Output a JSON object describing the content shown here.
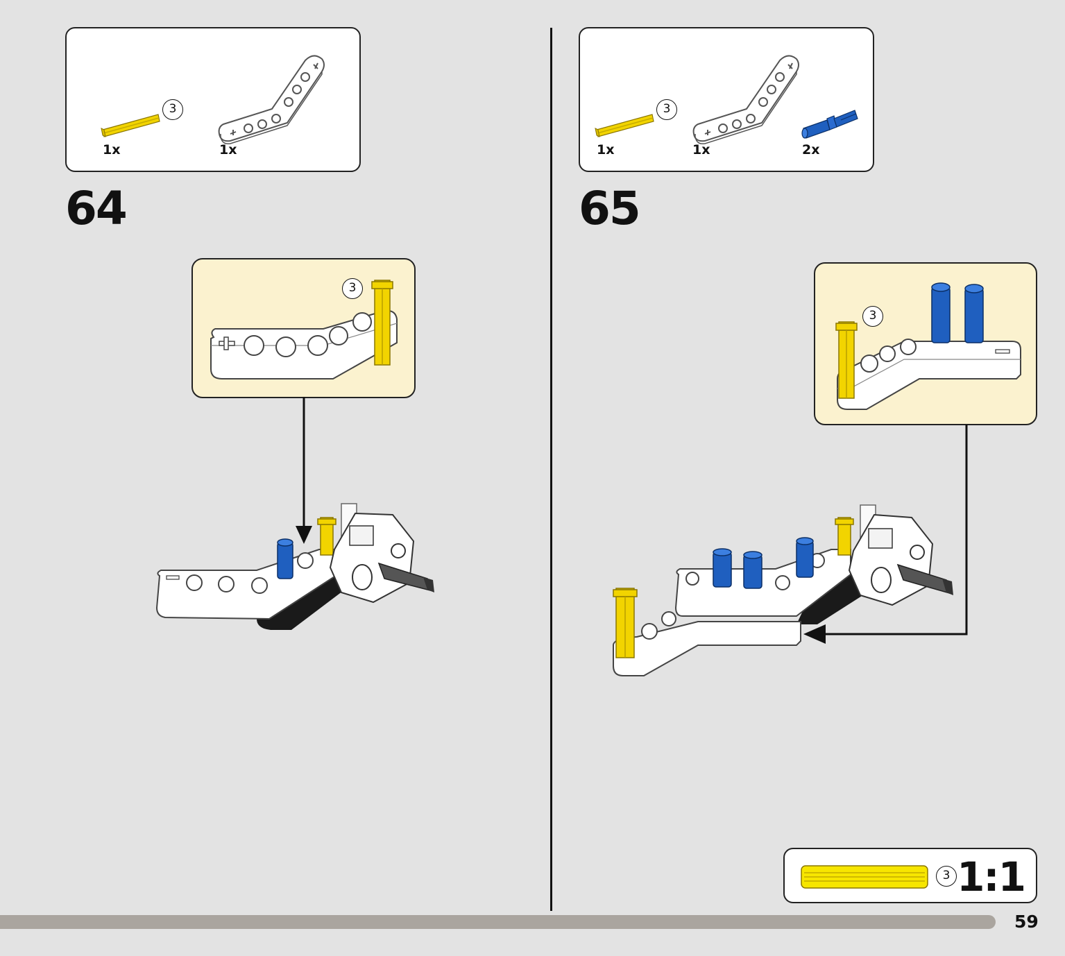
{
  "steps": [
    {
      "number": "64",
      "parts": [
        {
          "name": "yellow axle",
          "length": "3",
          "qty": "1x"
        },
        {
          "name": "white bent beam",
          "qty": "1x"
        }
      ],
      "callout_length": "3"
    },
    {
      "number": "65",
      "parts": [
        {
          "name": "yellow axle",
          "length": "3",
          "qty": "1x"
        },
        {
          "name": "white bent beam",
          "qty": "1x"
        },
        {
          "name": "blue pin",
          "qty": "2x"
        }
      ],
      "callout_length": "3"
    }
  ],
  "scale_ref": {
    "length": "3",
    "label": "1:1"
  },
  "page_number": "59",
  "colors": {
    "background": "#e3e3e3",
    "callout": "#fbf2cf",
    "axle_yellow": "#f2d400",
    "pin_blue": "#1f5fbf",
    "progress": "#aaa59f"
  }
}
